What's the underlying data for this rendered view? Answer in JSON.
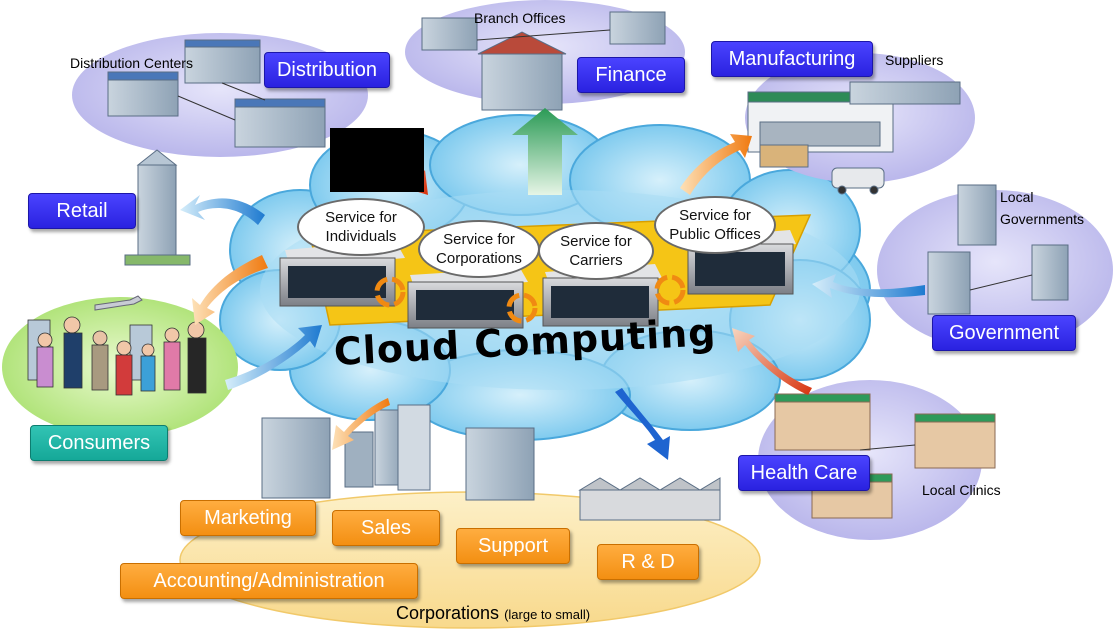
{
  "cloud": {
    "title": "Cloud Computing",
    "services": [
      {
        "line1": "Service for",
        "line2": "Individuals"
      },
      {
        "line1": "Service for",
        "line2": "Corporations"
      },
      {
        "line1": "Service for",
        "line2": "Carriers"
      },
      {
        "line1": "Service for",
        "line2": "Public Offices"
      }
    ]
  },
  "sectors": {
    "distribution": {
      "label": "Distribution",
      "caption": "Distribution Centers"
    },
    "finance": {
      "label": "Finance",
      "caption": "Branch Offices"
    },
    "manufacturing": {
      "label": "Manufacturing",
      "caption": "Suppliers"
    },
    "retail": {
      "label": "Retail"
    },
    "government": {
      "label": "Government",
      "caption_line1": "Local",
      "caption_line2": "Governments"
    },
    "consumers": {
      "label": "Consumers"
    },
    "health_care": {
      "label": "Health Care",
      "caption": "Local Clinics"
    }
  },
  "corporations": {
    "title": "Corporations",
    "subtitle": "(large to small)",
    "departments": [
      "Marketing",
      "Sales",
      "Support",
      "R & D",
      "Accounting/Administration"
    ]
  },
  "colors": {
    "blue_button": "#3a33f0",
    "teal_button": "#20b4a4",
    "orange_button": "#f7a12b",
    "cloud": "#8fd0f0",
    "bubble": "#c9c7f0",
    "corp_ellipse": "#fbe4a8"
  }
}
